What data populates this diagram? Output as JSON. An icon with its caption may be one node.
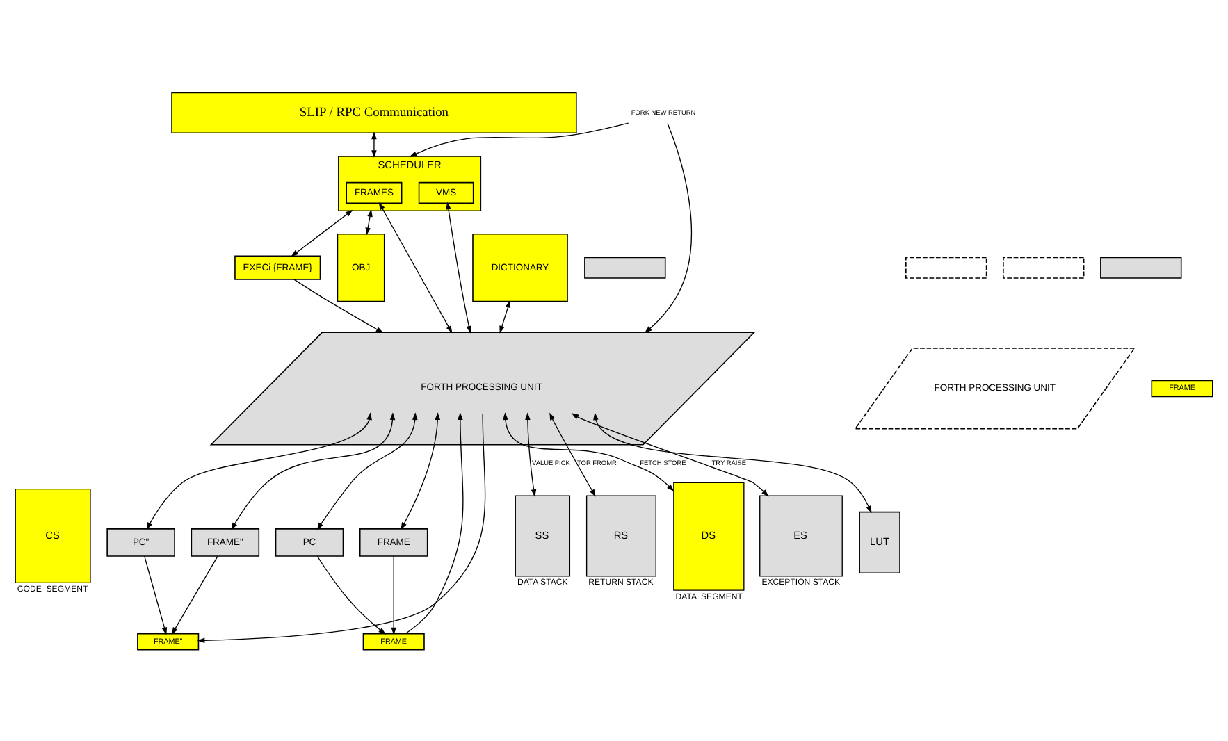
{
  "diagram": {
    "nodes": [
      {
        "text": [
          "SLIP / RPC Communication"
        ]
      },
      {
        "text": [
          "SCHEDULER"
        ]
      },
      {
        "text": [
          "FRAMES"
        ],
        "in": 1
      },
      {
        "text": [
          "VMS"
        ],
        "in": 1
      },
      {
        "text": [
          "OBJ"
        ]
      },
      {
        "text": [
          "DICTIONARY"
        ]
      },
      {
        "text": [
          "EXECi {FRAME}"
        ]
      },
      {
        "text": [
          "FORK NEW RETURN"
        ]
      },
      {
        "text": [
          "FORTH PROCESSING UNIT"
        ]
      },
      {
        "text": [],
        "shape": "box"
      },
      {
        "text": [],
        "shape": "box"
      },
      {
        "text": [
          "FORTH PROCESSING UNIT"
        ]
      },
      {
        "text": [],
        "shape": "box"
      },
      {
        "text": [],
        "shape": "box"
      },
      {
        "text": [
          "PC\""
        ]
      },
      {
        "text": [
          "FRAME\""
        ]
      },
      {
        "text": [
          "PC"
        ]
      },
      {
        "text": [
          "FRAME"
        ]
      },
      {
        "text": [
          "FRAME"
        ]
      },
      {
        "text": [
          "CS"
        ],
        "beside": [
          "CODE  SEGMENT"
        ]
      },
      {
        "text": [
          "FRAME\""
        ]
      },
      {
        "text": [
          "FRAME"
        ]
      },
      {
        "text": [
          "DS"
        ],
        "beside": [
          "DATA  SEGMENT"
        ]
      },
      {
        "text": [
          "SS"
        ],
        "beside": [
          "DATA STACK"
        ]
      },
      {
        "text": [
          "RS"
        ],
        "beside": [
          "RETURN STACK"
        ]
      },
      {
        "text": [
          "ES"
        ],
        "beside": [
          "EXCEPTION STACK"
        ]
      },
      {
        "text": [
          "LUT"
        ]
      }
    ],
    "edges": [
      {
        "from": 0,
        "to": 1,
        "arrow": "both"
      },
      {
        "from": 1,
        "to": 6,
        "arrow": "both"
      },
      {
        "from": 1,
        "to": 4,
        "arrow": "both"
      },
      {
        "from": 6,
        "to": 8,
        "arrow": "to"
      },
      {
        "from": 7,
        "to": 1,
        "arrow": "to"
      },
      {
        "from": 7,
        "to": 8,
        "arrow": "to"
      },
      {
        "from": 2,
        "to": 8,
        "arrow": "both"
      },
      {
        "from": 3,
        "to": 8,
        "arrow": "both"
      },
      {
        "from": 5,
        "to": 8,
        "arrow": "both"
      },
      {
        "from": 8,
        "to": 14,
        "arrow": "both"
      },
      {
        "from": 8,
        "to": 15,
        "arrow": "both"
      },
      {
        "from": 8,
        "to": 16,
        "arrow": "both"
      },
      {
        "from": 8,
        "to": 17,
        "arrow": "both"
      },
      {
        "from": 16,
        "to": 18,
        "arrow": "to"
      },
      {
        "from": 17,
        "to": 18,
        "arrow": "to"
      },
      {
        "from": 18,
        "to": 8,
        "arrow": "to"
      },
      {
        "from": 14,
        "to": 20,
        "arrow": "to"
      },
      {
        "from": 15,
        "to": 20,
        "arrow": "to"
      },
      {
        "from": 8,
        "to": 20,
        "arrow": "to"
      },
      {
        "from": 8,
        "to": 22,
        "arrow": "both",
        "label": "FETCH STORE"
      },
      {
        "from": 8,
        "to": 23,
        "arrow": "both",
        "label": "VALUE PICK"
      },
      {
        "from": 8,
        "to": 24,
        "arrow": "both",
        "label": "TOR FROMR"
      },
      {
        "from": 8,
        "to": 25,
        "arrow": "both",
        "label": "TRY RAISE"
      },
      {
        "from": 8,
        "to": 26,
        "arrow": "both"
      }
    ]
  }
}
